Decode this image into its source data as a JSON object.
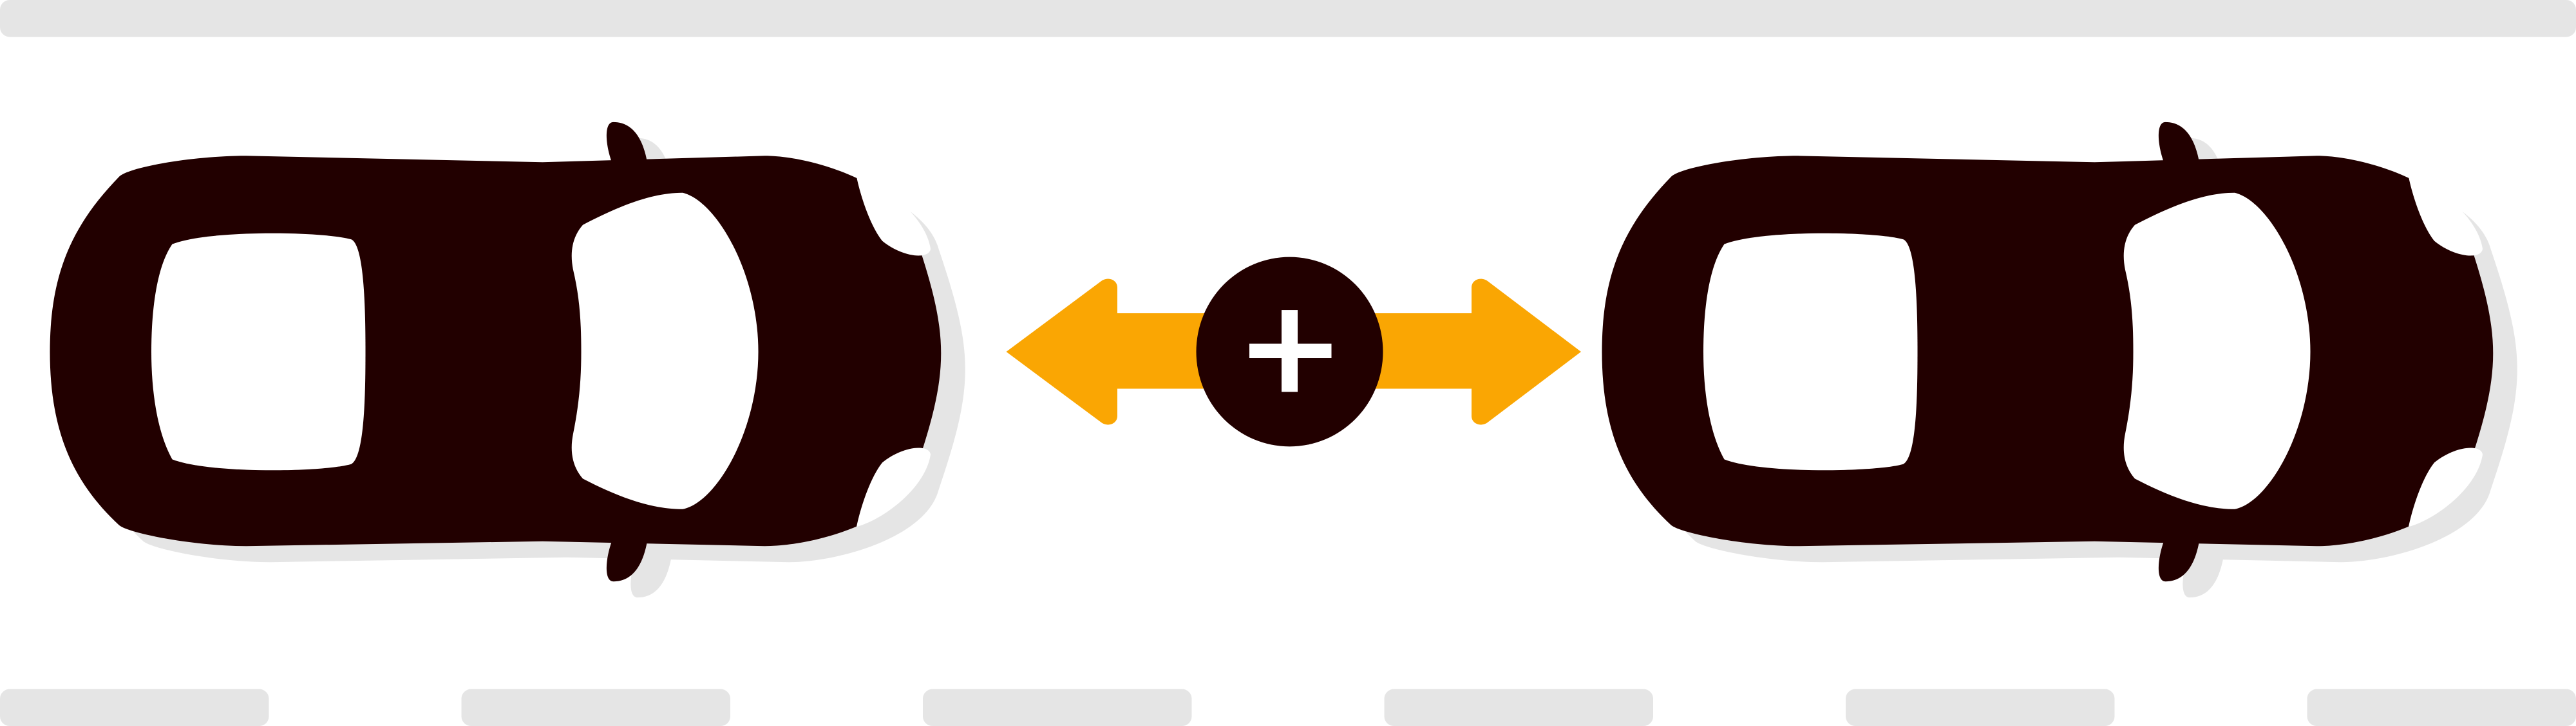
{
  "scene": {
    "description_icons": [
      "car-left-icon",
      "car-right-icon",
      "double-arrow-icon",
      "plus-icon"
    ],
    "colors": {
      "background": "#ffffff",
      "lane_marking": "#e5e5e5",
      "car_body": "#220000",
      "car_shadow": "#e5e5e5",
      "window": "#ffffff",
      "arrow": "#faa603",
      "badge": "#220000",
      "plus": "#ffffff"
    },
    "lane": {
      "dash_count": 6
    },
    "cars": [
      {
        "id": "left-car",
        "heading": "right"
      },
      {
        "id": "right-car",
        "heading": "right"
      }
    ]
  }
}
